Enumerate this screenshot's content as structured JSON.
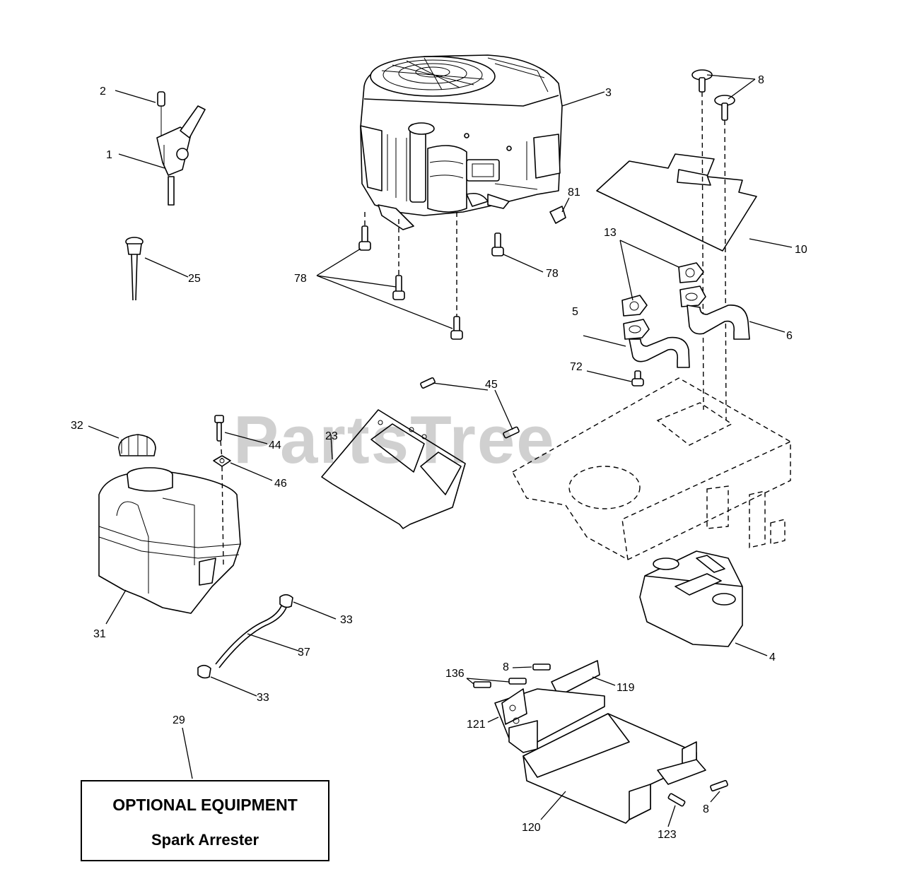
{
  "watermark": "PartsTree",
  "callouts": {
    "c1": "1",
    "c2": "2",
    "c3": "3",
    "c4": "4",
    "c5": "5",
    "c6": "6",
    "c8a": "8",
    "c8b": "8",
    "c8c": "8",
    "c10": "10",
    "c13": "13",
    "c23": "23",
    "c25": "25",
    "c29": "29",
    "c31": "31",
    "c32": "32",
    "c33a": "33",
    "c33b": "33",
    "c37": "37",
    "c44": "44",
    "c45": "45",
    "c46": "46",
    "c72": "72",
    "c78a": "78",
    "c78b": "78",
    "c81": "81",
    "c119": "119",
    "c120": "120",
    "c121": "121",
    "c123": "123",
    "c136": "136"
  },
  "optional_box": {
    "title": "OPTIONAL EQUIPMENT",
    "subtitle": "Spark Arrester"
  }
}
